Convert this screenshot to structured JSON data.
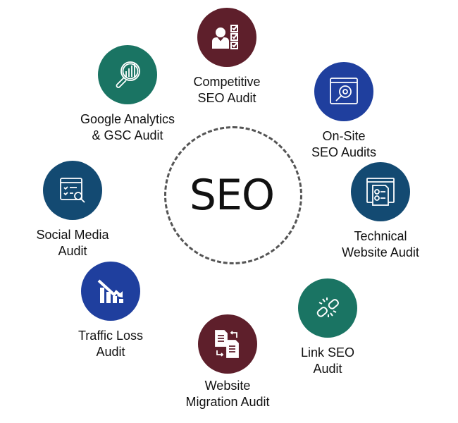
{
  "center": {
    "label": "SEO"
  },
  "colors": {
    "maroon": "#5e1f2b",
    "teal": "#1a7463",
    "blue": "#1f3f9e",
    "navy": "#134a72"
  },
  "nodes": [
    {
      "id": "competitive",
      "line1": "Competitive",
      "line2": "SEO Audit",
      "icon": "person-checklist-icon",
      "color": "#5e1f2b"
    },
    {
      "id": "google",
      "line1": "Google Analytics",
      "line2": "& GSC Audit",
      "icon": "magnifier-chart-icon",
      "color": "#1a7463"
    },
    {
      "id": "onsite",
      "line1": "On-Site",
      "line2": "SEO Audits",
      "icon": "browser-gear-search-icon",
      "color": "#1f3f9e"
    },
    {
      "id": "technical",
      "line1": "Technical",
      "line2": "Website Audit",
      "icon": "browser-document-icon",
      "color": "#134a72"
    },
    {
      "id": "social",
      "line1": "Social Media",
      "line2": "Audit",
      "icon": "browser-list-search-icon",
      "color": "#134a72"
    },
    {
      "id": "traffic",
      "line1": "Traffic Loss",
      "line2": "Audit",
      "icon": "declining-chart-icon",
      "color": "#1f3f9e"
    },
    {
      "id": "link",
      "line1": "Link SEO",
      "line2": "Audit",
      "icon": "broken-link-icon",
      "color": "#1a7463"
    },
    {
      "id": "migration",
      "line1": "Website",
      "line2": "Migration Audit",
      "icon": "document-swap-icon",
      "color": "#5e1f2b"
    }
  ]
}
